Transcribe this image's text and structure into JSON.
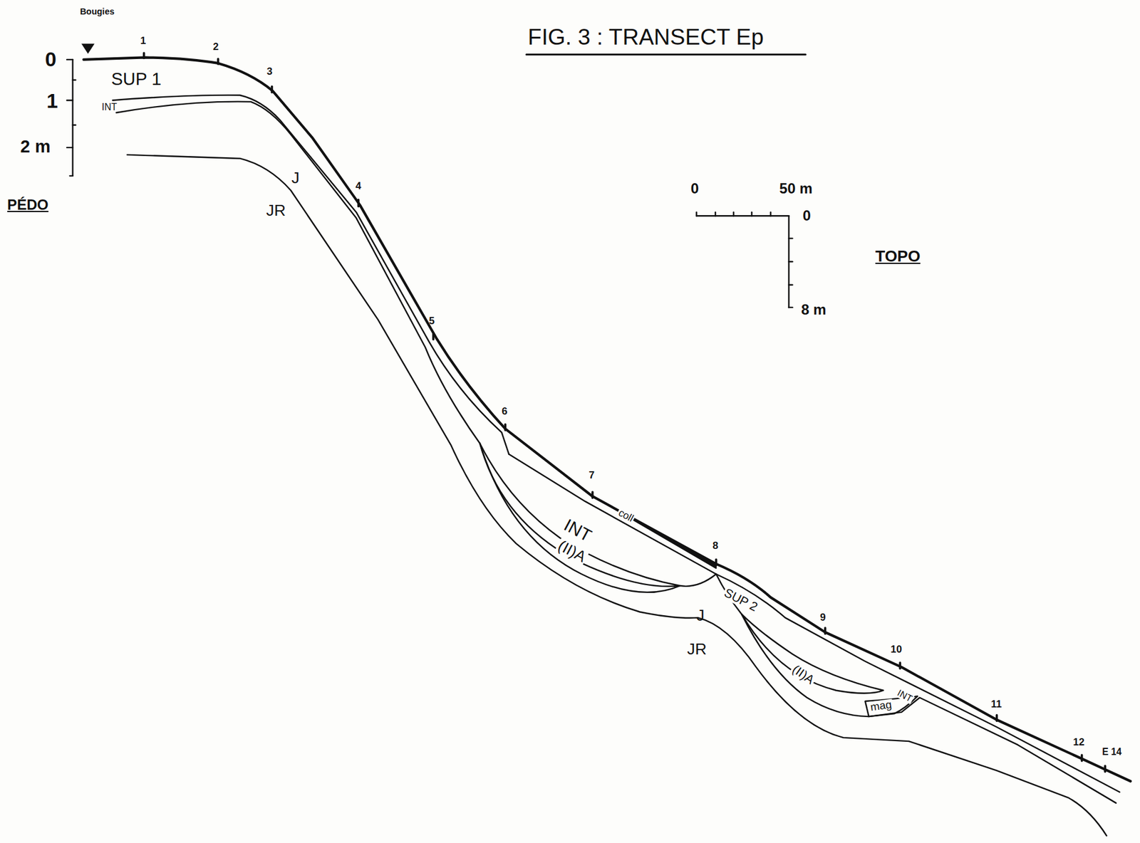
{
  "diagram": {
    "title": "FIG. 3 : TRANSECT Ep",
    "labels": [
      "Bougies",
      "0",
      "1",
      "2 m",
      "PÉDO",
      "SUP 1",
      "INT",
      "J",
      "JR",
      "1",
      "2",
      "3",
      "4",
      "5",
      "6",
      "7",
      "coll",
      "INT",
      "(II)A",
      "8",
      "SUP 2",
      "J",
      "JR",
      "9",
      "(II)A",
      "10",
      "INT",
      "mag",
      "11",
      "12",
      "E 14",
      "0",
      "50 m",
      "0",
      "8 m",
      "TOPO"
    ]
  }
}
